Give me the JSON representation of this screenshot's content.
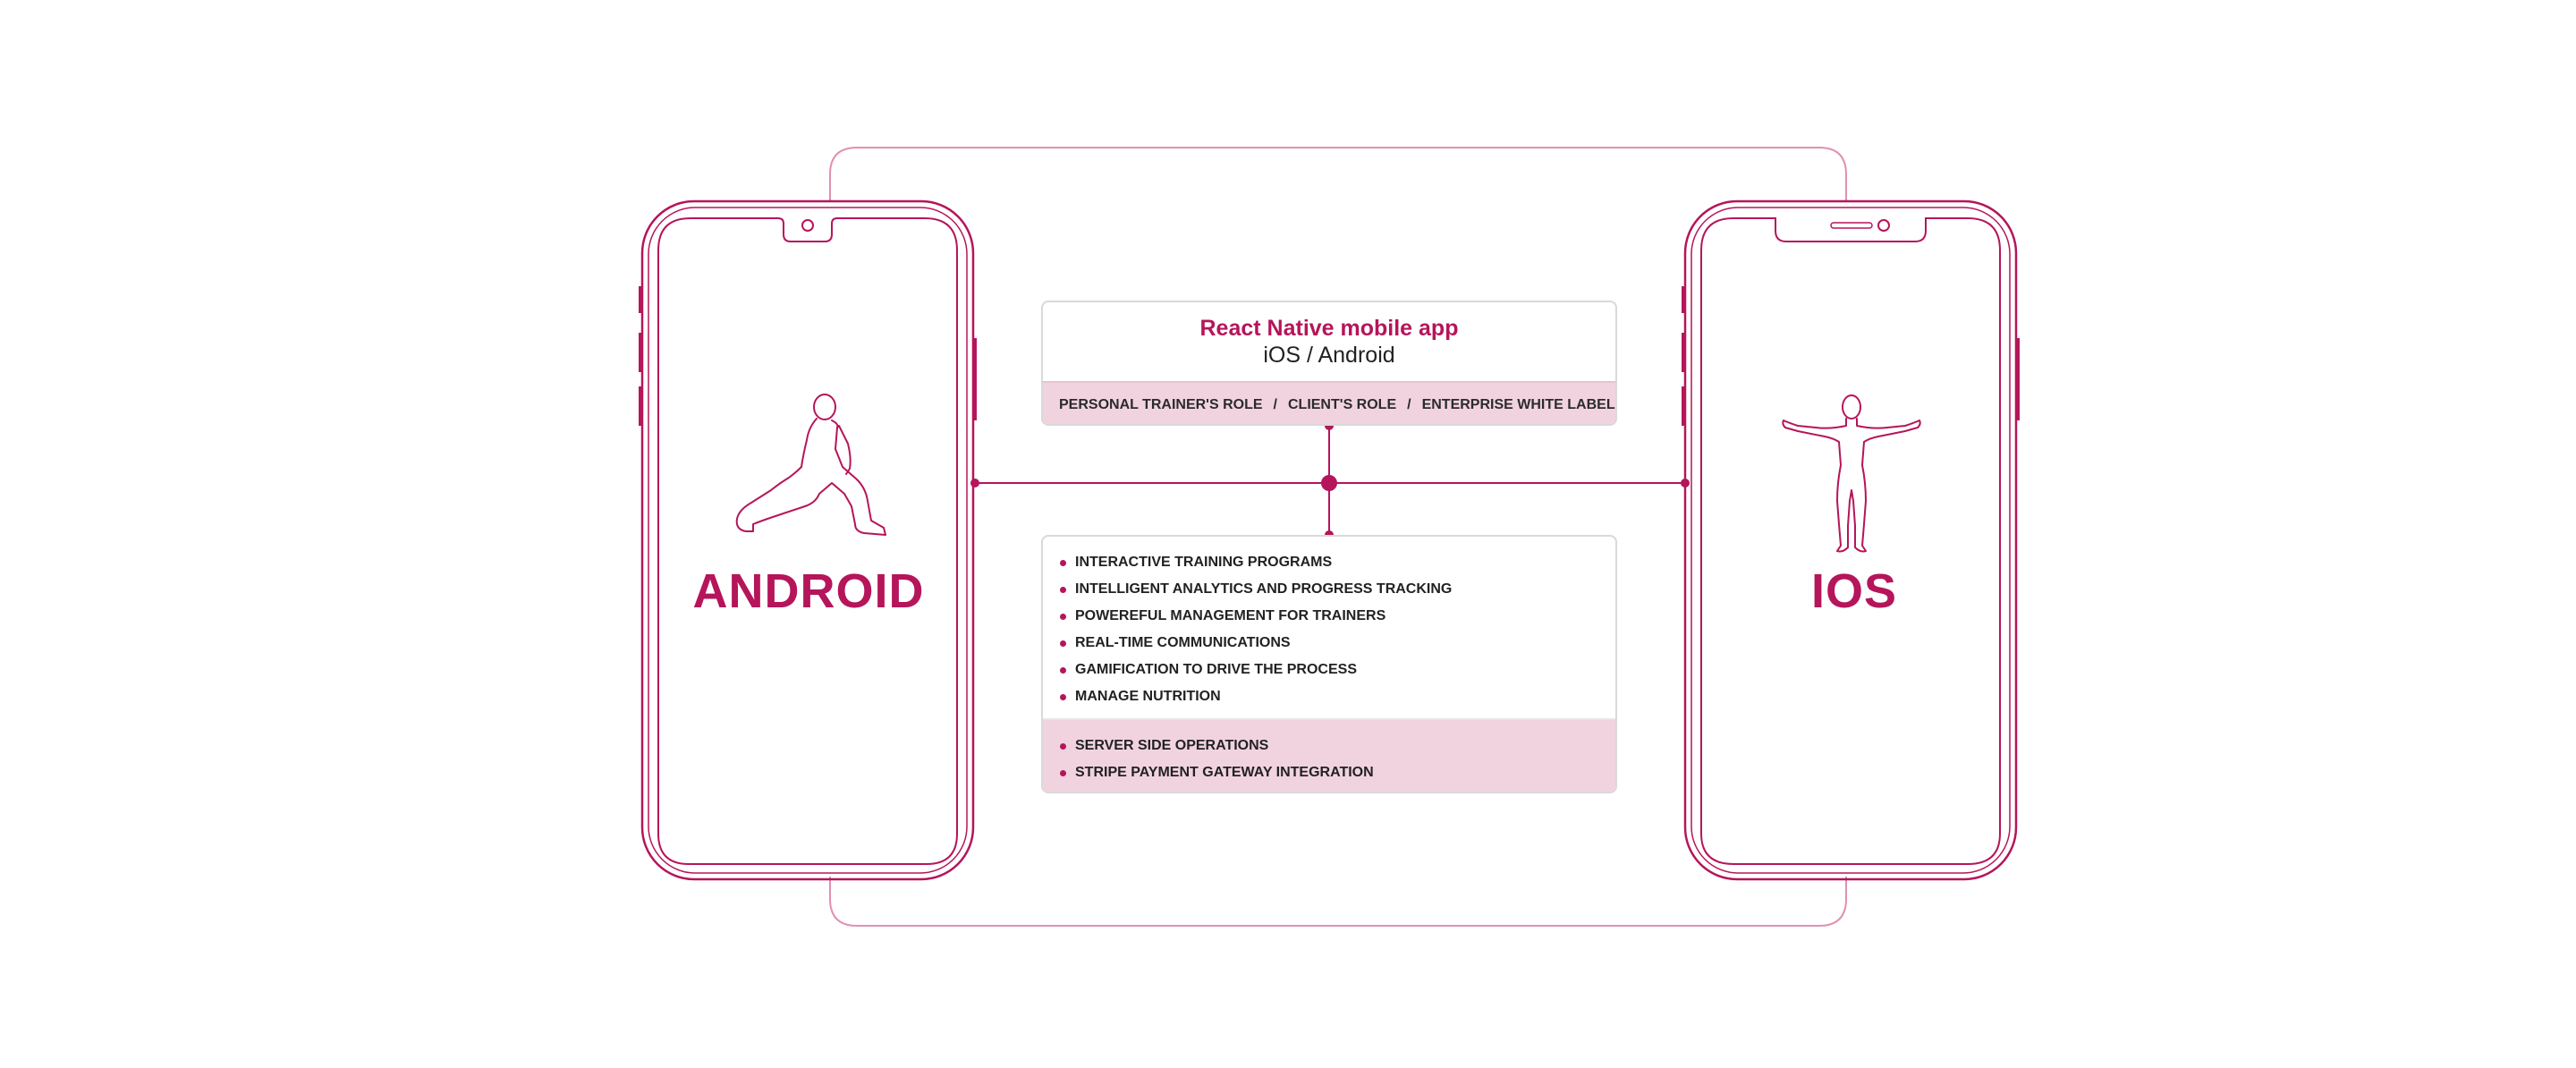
{
  "colors": {
    "accent": "#b5155a",
    "soft_accent": "#f1d3df",
    "line": "#e28fb2"
  },
  "android": {
    "label": "ANDROID",
    "figure_icon": "person-lunge-icon"
  },
  "ios": {
    "label": "IOS",
    "figure_icon": "person-arms-out-icon"
  },
  "app": {
    "title": "React Native mobile app",
    "subtitle": "iOS / Android",
    "roles": [
      "PERSONAL TRAINER'S ROLE",
      "CLIENT'S ROLE",
      "ENTERPRISE WHITE LABELING"
    ],
    "role_separator": "/"
  },
  "features": [
    "INTERACTIVE TRAINING PROGRAMS",
    "INTELLIGENT ANALYTICS AND PROGRESS TRACKING",
    "POWEREFUL MANAGEMENT FOR TRAINERS",
    "REAL-TIME COMMUNICATIONS",
    "GAMIFICATION TO DRIVE THE PROCESS",
    "MANAGE NUTRITION"
  ],
  "backend": [
    "SERVER SIDE OPERATIONS",
    "STRIPE PAYMENT GATEWAY INTEGRATION"
  ]
}
